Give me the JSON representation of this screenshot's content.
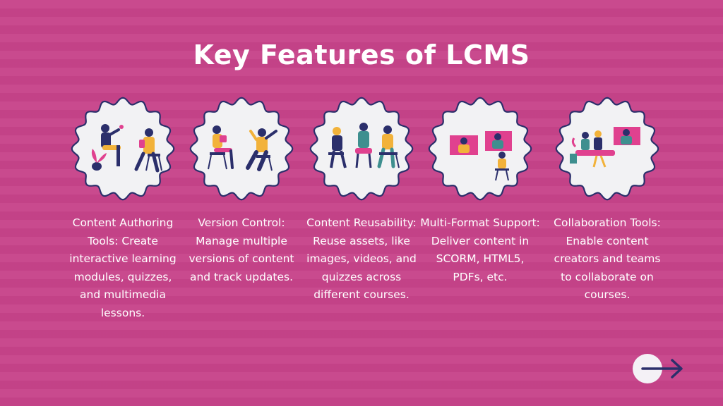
{
  "title": "Key Features of LCMS",
  "colors": {
    "background": "#c7438a",
    "badge_fill": "#f2f2f4",
    "badge_stroke": "#2b2f6b",
    "accent_navy": "#2b2f6b",
    "accent_yellow": "#f2b23a",
    "accent_teal": "#3e8f8f",
    "accent_pink": "#e0418f"
  },
  "features": [
    {
      "text": "Content Authoring Tools: Create interactive learning modules, quizzes, and multimedia lessons.",
      "icon": "people-chatting-illustration"
    },
    {
      "text": "Version Control: Manage multiple versions of content and track updates.",
      "icon": "two-people-talking-illustration"
    },
    {
      "text": "Content Reusability: Reuse assets, like images, videos, and quizzes across different courses.",
      "icon": "group-discussion-illustration"
    },
    {
      "text": "Multi-Format Support: Deliver content in SCORM, HTML5, PDFs, etc.",
      "icon": "video-call-illustration"
    },
    {
      "text": "Collaboration Tools: Enable content creators and teams to collaborate on courses.",
      "icon": "team-meeting-illustration"
    }
  ],
  "navigation": {
    "icon": "arrow-right-icon"
  }
}
